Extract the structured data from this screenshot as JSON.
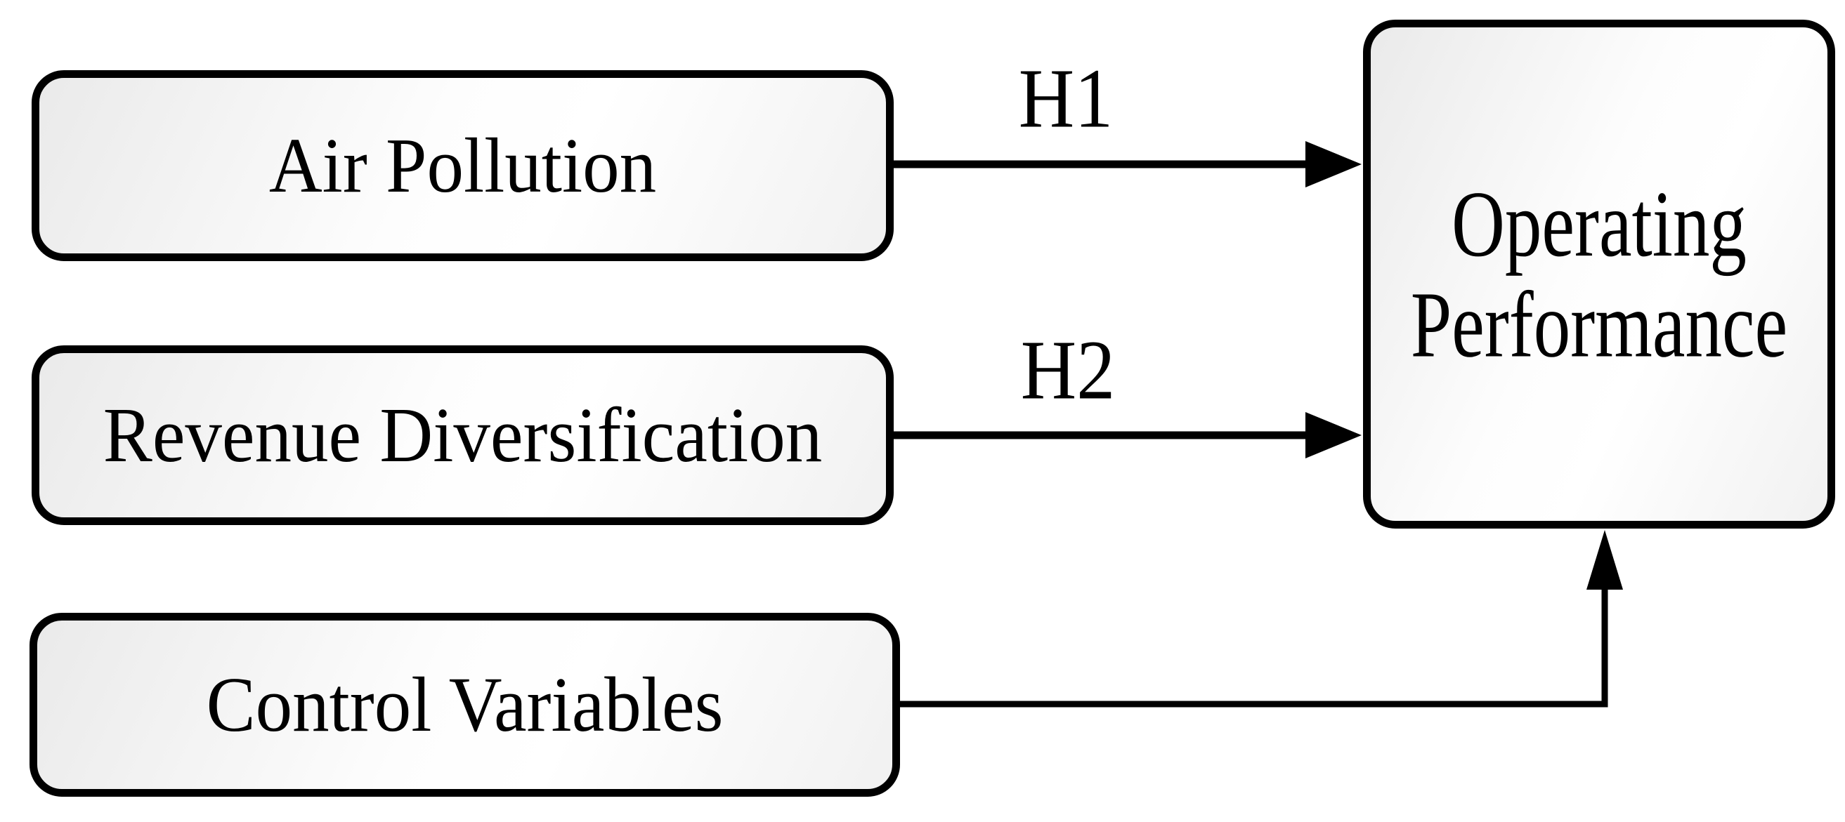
{
  "diagram": {
    "nodes": {
      "air_pollution": {
        "label": "Air Pollution"
      },
      "revenue_diversification": {
        "label": "Revenue Diversification"
      },
      "control_variables": {
        "label": "Control Variables"
      },
      "operating_performance": {
        "label_line1": "Operating",
        "label_line2": "Performance"
      }
    },
    "edges": {
      "h1": {
        "label": "H1",
        "from": "Air Pollution",
        "to": "Operating Performance"
      },
      "h2": {
        "label": "H2",
        "from": "Revenue Diversification",
        "to": "Operating Performance"
      },
      "controls": {
        "label": "",
        "from": "Control Variables",
        "to": "Operating Performance"
      }
    },
    "colors": {
      "background": "#ffffff",
      "node_border": "#000000",
      "node_fill_light": "#eaeaea",
      "node_fill_white": "#ffffff",
      "arrow": "#000000",
      "text": "#000000"
    }
  }
}
